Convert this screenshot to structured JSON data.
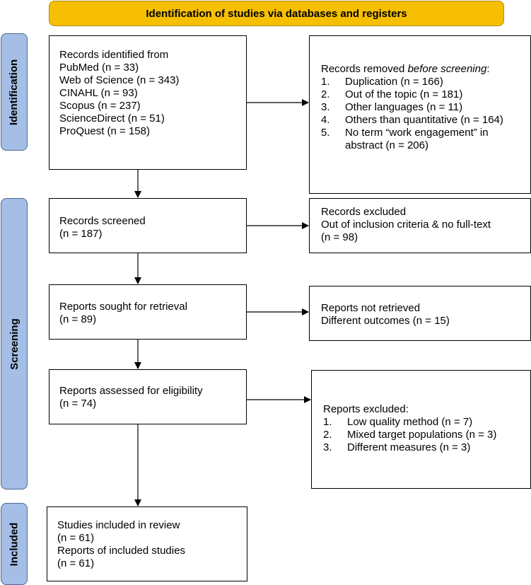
{
  "banner": {
    "title": "Identification of studies via databases and registers"
  },
  "phases": {
    "identification": "Identification",
    "screening": "Screening",
    "included": "Included"
  },
  "identified": {
    "heading": "Records identified from",
    "sources": [
      "PubMed (n = 33)",
      "Web of Science (n = 343)",
      "CINAHL (n = 93)",
      "Scopus (n = 237)",
      "ScienceDirect (n = 51)",
      "ProQuest (n = 158)"
    ]
  },
  "removed": {
    "heading_prefix": "Records removed ",
    "heading_em": "before screening",
    "heading_suffix": ":",
    "items": [
      {
        "num": "1.",
        "text": "Duplication (n = 166)"
      },
      {
        "num": "2.",
        "text": "Out of the topic (n = 181)"
      },
      {
        "num": "3.",
        "text": "Other languages (n = 11)"
      },
      {
        "num": "4.",
        "text": "Others than quantitative (n = 164)"
      },
      {
        "num": "5.",
        "text": "No term “work engagement” in abstract (n = 206)"
      }
    ]
  },
  "screened": {
    "label": "Records screened",
    "count": "(n = 187)"
  },
  "excluded_records": {
    "label": "Records excluded",
    "reason": "Out of inclusion criteria & no full-text",
    "count": "(n = 98)"
  },
  "sought": {
    "label": "Reports sought for retrieval",
    "count": "(n = 89)"
  },
  "not_retrieved": {
    "label": "Reports not retrieved",
    "reason": "Different outcomes (n = 15)"
  },
  "assessed": {
    "label": "Reports assessed for eligibility",
    "count": "(n = 74)"
  },
  "reports_excluded": {
    "heading": "Reports excluded:",
    "items": [
      {
        "num": "1.",
        "text": "Low quality method (n = 7)"
      },
      {
        "num": "2.",
        "text": "Mixed target populations (n = 3)"
      },
      {
        "num": "3.",
        "text": "Different measures (n = 3)"
      }
    ]
  },
  "included": {
    "studies_label": "Studies included in review",
    "studies_count": "(n = 61)",
    "reports_label": "Reports of included studies",
    "reports_count": "(n = 61)"
  },
  "colors": {
    "banner_fill": "#f6bf02",
    "phase_fill": "#a4bee6",
    "box_border": "#000000"
  }
}
